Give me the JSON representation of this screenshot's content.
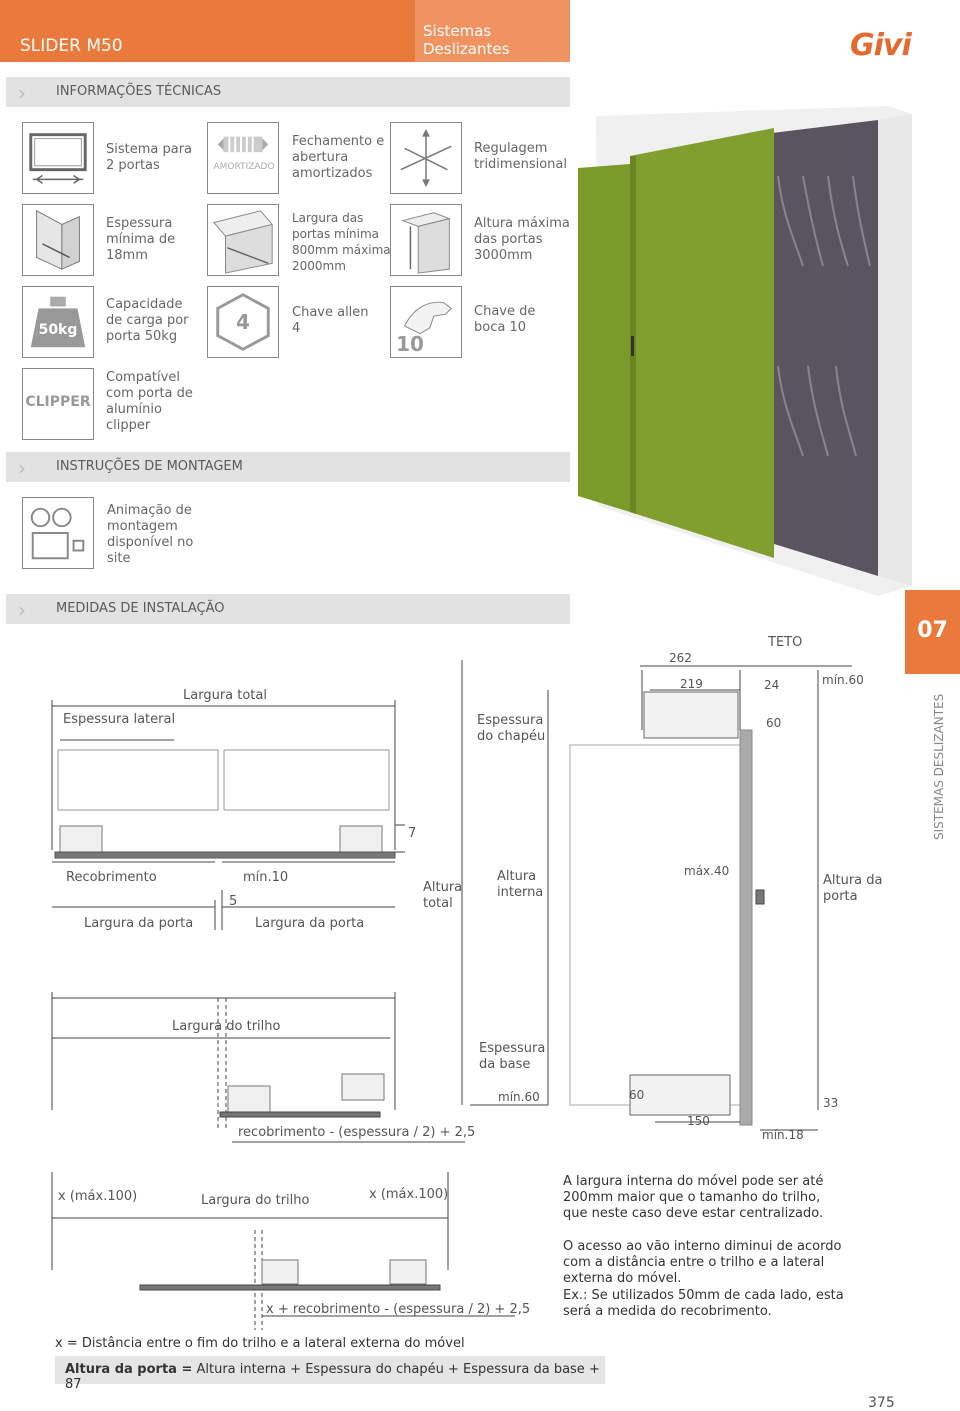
{
  "header": {
    "title": "SLIDER M50",
    "section": "Sistemas Deslizantes",
    "brand": "Givi"
  },
  "sections": {
    "tech_info": "INFORMAÇÕES TÉCNICAS",
    "assembly": "INSTRUÇÕES DE MONTAGEM",
    "measures": "MEDIDAS DE INSTALAÇÃO"
  },
  "features": {
    "two_doors": "Sistema para 2 portas",
    "damped": "Fechamento e abertura amortizados",
    "damped_icon_label": "AMORTIZADO",
    "adjust": "Regulagem tridimensional",
    "thickness": "Espessura mínima de 18mm",
    "width": "Largura das portas mínima 800mm máxima 2000mm",
    "height": "Altura máxima das portas 3000mm",
    "load": "Capacidade de carga por porta 50kg",
    "load_icon_label": "50kg",
    "allen": "Chave allen 4",
    "allen_icon_label": "4",
    "wrench": "Chave de boca 10",
    "wrench_icon_label": "10",
    "clipper": "Compatível com porta de alumínio clipper",
    "clipper_icon_label": "CLIPPER",
    "animation": "Animação de montagem disponível no site"
  },
  "side": {
    "tab_number": "07",
    "vertical_label": "SISTEMAS DESLIZANTES"
  },
  "diagram_top": {
    "side_thickness": "Espessura lateral",
    "total_width": "Largura total",
    "seven": "7",
    "overlap": "Recobrimento",
    "min10": "mín.10",
    "five": "5",
    "door_width_1": "Largura da porta",
    "door_width_2": "Largura da porta"
  },
  "diagram_side": {
    "teto": "TETO",
    "d262": "262",
    "d219": "219",
    "d24": "24",
    "d60a": "60",
    "min60a": "mín.60",
    "hat_thickness": "Espessura do chapéu",
    "total_height": "Altura total",
    "inner_height": "Altura interna",
    "max40": "máx.40",
    "door_height": "Altura da porta",
    "base_thickness": "Espessura da base",
    "min60b": "mín.60",
    "d60b": "60",
    "d150": "150",
    "d33": "33",
    "min18": "mín.18"
  },
  "diagram_rail": {
    "rail_width": "Largura do trilho",
    "formula": "recobrimento - (espessura / 2) + 2,5"
  },
  "diagram_rail2": {
    "xmax_left": "x (máx.100)",
    "rail_width": "Largura do trilho",
    "xmax_right": "x (máx.100)",
    "formula": "x + recobrimento - (espessura / 2) + 2,5"
  },
  "notes": {
    "note1": "A largura interna do móvel pode ser até 200mm maior que o tamanho do trilho, que neste caso deve estar centralizado.",
    "note2": "O acesso ao vão interno diminui de acordo com a distância entre o trilho e a lateral externa do móvel.",
    "note3": "Ex.: Se utilizados 50mm de cada lado, esta será a medida do recobrimento.",
    "x_def": "x = Distância entre o fim do trilho e a lateral externa do móvel",
    "formula_bold": "Altura da porta =",
    "formula_rest": " Altura interna + Espessura do chapéu + Espessura da base + 87"
  },
  "page_number": "375",
  "colors": {
    "orange": "#ea7a3c",
    "orange_light": "#f19360",
    "door_green": "#7a9a2a"
  }
}
